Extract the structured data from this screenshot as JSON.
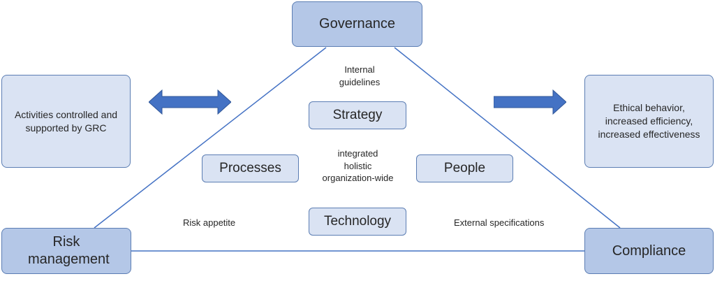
{
  "corners": {
    "governance": "Governance",
    "risk_management": "Risk management",
    "compliance": "Compliance"
  },
  "center": {
    "strategy": "Strategy",
    "processes": "Processes",
    "people": "People",
    "technology": "Technology"
  },
  "labels": {
    "internal_guidelines": "Internal guidelines",
    "integrated": "integrated",
    "holistic": "holistic",
    "organization_wide": "organization-wide",
    "risk_appetite": "Risk appetite",
    "external_specifications": "External specifications"
  },
  "side_boxes": {
    "left": "Activities controlled and supported by GRC",
    "right": "Ethical behavior, increased efficiency, increased effectiveness"
  },
  "colors": {
    "corner_fill": "#b4c7e7",
    "inner_fill": "#dae3f3",
    "border": "#5b7db3",
    "line": "#4472c4",
    "arrow": "#4472c4"
  }
}
